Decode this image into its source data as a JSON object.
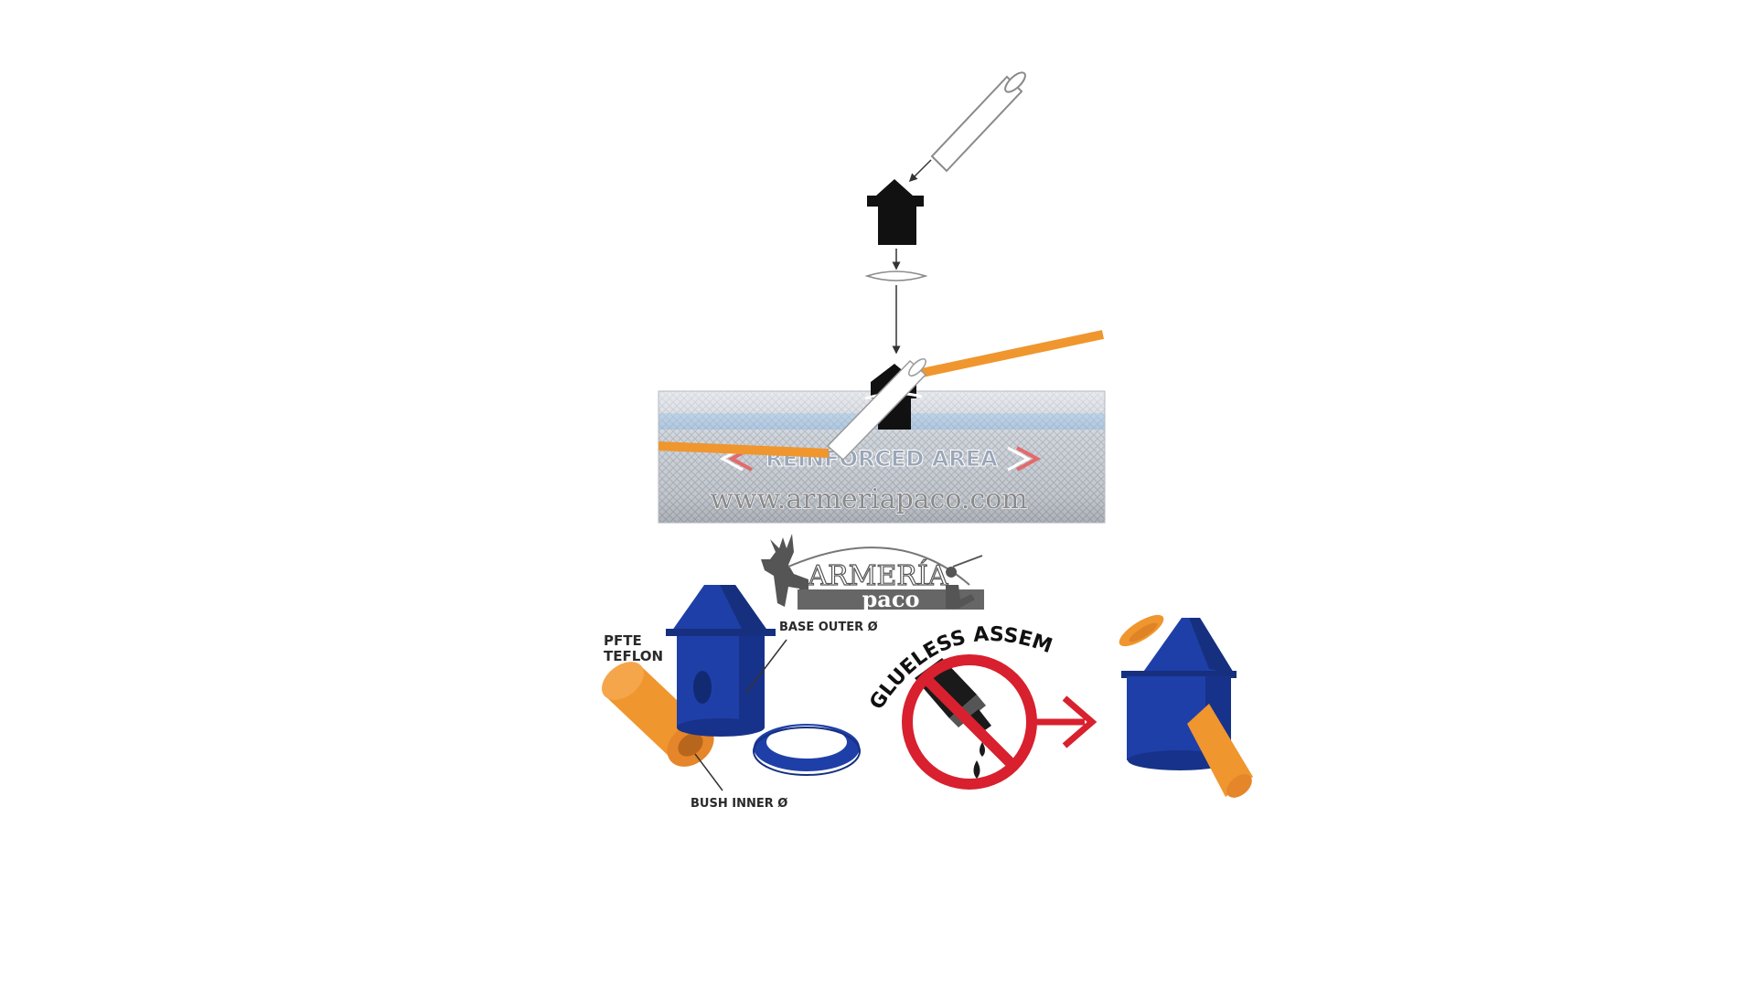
{
  "diagram": {
    "rod_text": "REINFORCED AREA",
    "watermark_url": "www.armeriapaco.com",
    "logo_top": "ARMERÍA",
    "logo_bottom": "paco",
    "label_pfte": "PFTE",
    "label_teflon": "TEFLON",
    "label_base": "BASE OUTER Ø",
    "label_bush": "BUSH INNER Ø",
    "glueless": "GLUELESS ASSEMBLY!"
  },
  "colors": {
    "blue": "#1f3fa8",
    "orange": "#f0962e",
    "red": "#d8202e",
    "rod": "#c9ced6"
  }
}
